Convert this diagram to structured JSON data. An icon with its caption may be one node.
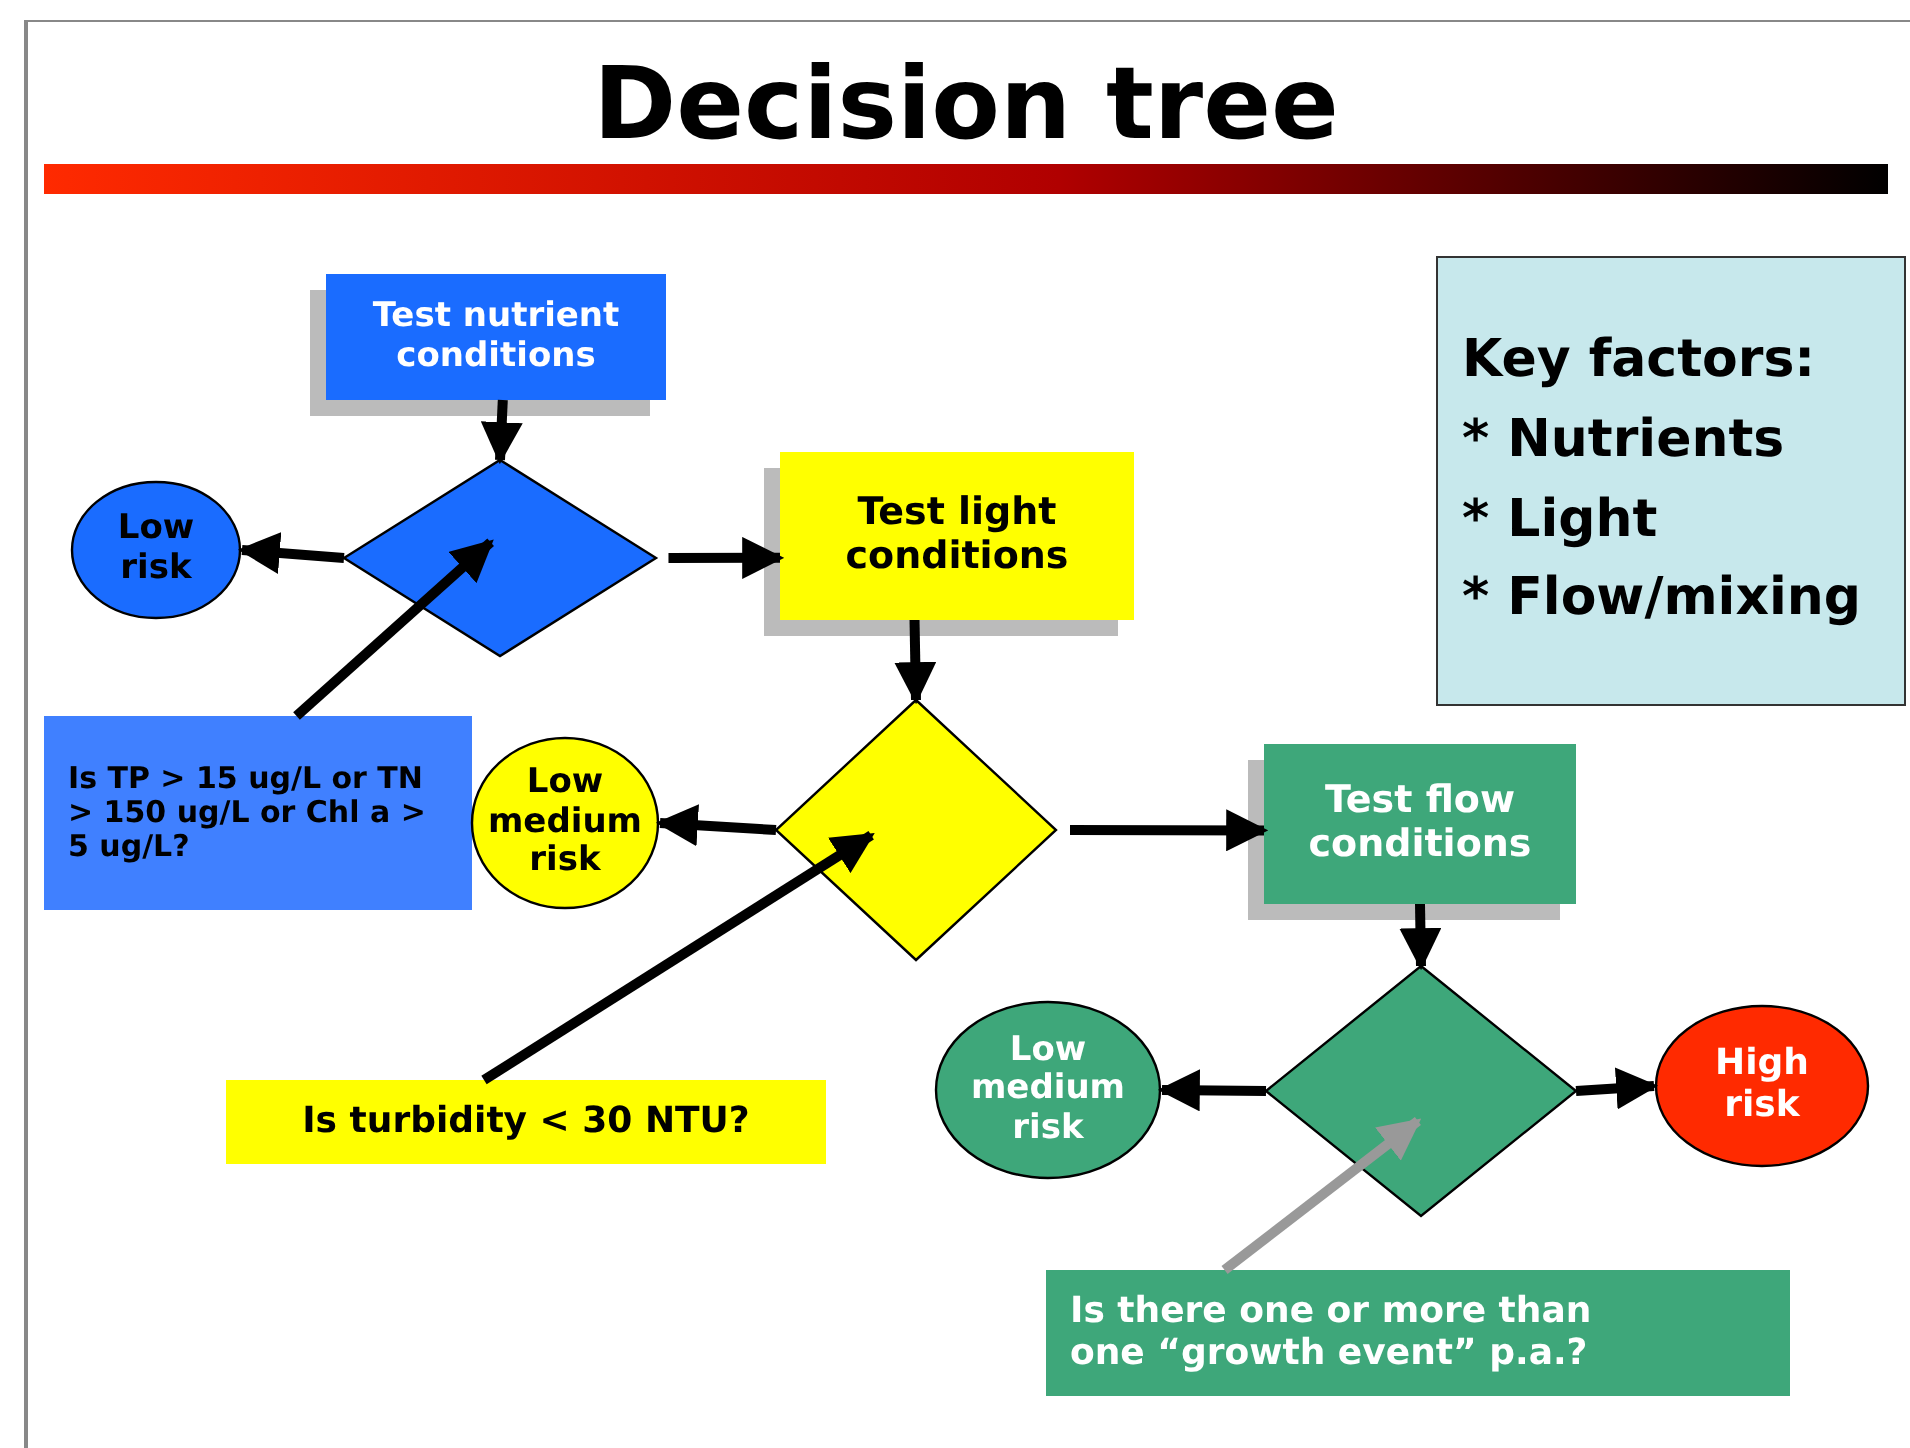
{
  "diagram": {
    "title": "Decision tree",
    "nodes": [
      {
        "text": [
          "Test nutrient conditions"
        ]
      },
      {
        "text": [
          "Low risk"
        ]
      },
      {
        "text": [],
        "shape": "diamond"
      },
      {
        "text": [
          "Test light conditions"
        ]
      },
      {
        "text": [
          "Is TP > 15 ug/L or TN > 150 ug/L or Chl a > 5 ug/L?"
        ]
      },
      {
        "text": [
          "Low medium risk"
        ]
      },
      {
        "text": [],
        "shape": "diamond"
      },
      {
        "text": [
          "Test flow conditions"
        ]
      },
      {
        "text": [
          "Is turbidity < 30 NTU?"
        ]
      },
      {
        "text": [
          "Low medium risk"
        ]
      },
      {
        "text": [],
        "shape": "diamond"
      },
      {
        "text": [
          "High risk"
        ]
      },
      {
        "text": [
          "Is there one or more than one “growth event” p.a.?"
        ]
      },
      {
        "text": [
          "Key factors:",
          "* Nutrients",
          "* Light",
          "* Flow/mixing"
        ]
      }
    ],
    "edges": [
      {
        "from": 0,
        "to": 2,
        "arrow": "to"
      },
      {
        "from": 2,
        "to": 1,
        "arrow": "to"
      },
      {
        "from": 2,
        "to": 3,
        "arrow": "to"
      },
      {
        "from": 3,
        "to": 6,
        "arrow": "to"
      },
      {
        "from": 6,
        "to": 5,
        "arrow": "to"
      },
      {
        "from": 6,
        "to": 7,
        "arrow": "to"
      },
      {
        "from": 7,
        "to": 10,
        "arrow": "to"
      },
      {
        "from": 10,
        "to": 9,
        "arrow": "to"
      },
      {
        "from": 10,
        "to": 11,
        "arrow": "to"
      },
      {
        "from": 4,
        "to": 2,
        "arrow": "to"
      },
      {
        "from": 8,
        "to": 6,
        "arrow": "to"
      },
      {
        "from": 12,
        "to": 10,
        "arrow": "to",
        "color": "#999999"
      }
    ]
  }
}
